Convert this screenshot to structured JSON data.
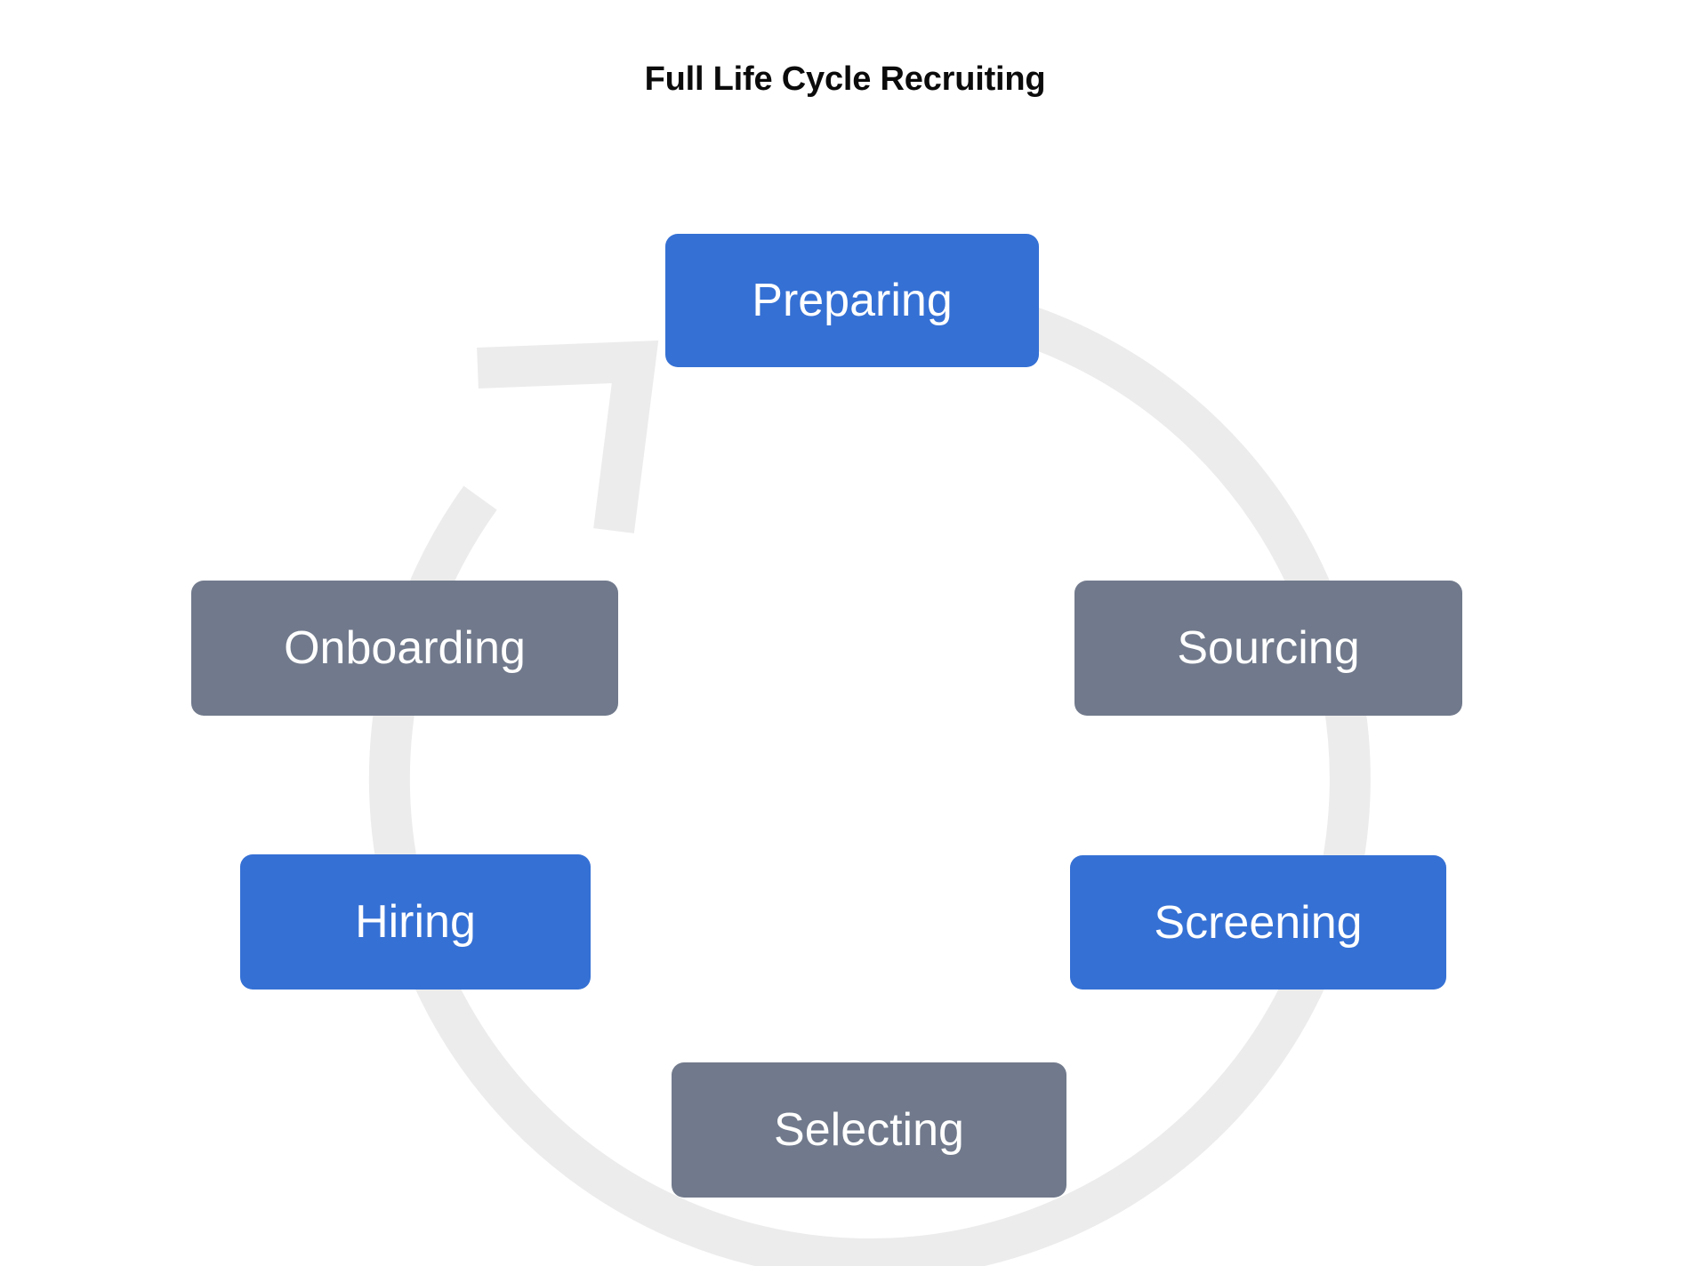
{
  "diagram": {
    "title": "Full Life Cycle Recruiting",
    "type": "cycle",
    "background_color": "#ffffff",
    "title_color": "#0b0b0b",
    "ring": {
      "name": "cycle-arrow-ring",
      "color": "#ececec",
      "direction": "clockwise",
      "arrowhead_position": "top-left"
    },
    "accent_colors": {
      "blue": "#3570d4",
      "gray": "#717a8c",
      "ring_gray": "#ececec",
      "text_on_box": "#ffffff"
    },
    "stages": [
      {
        "id": "preparing",
        "label": "Preparing",
        "color": "#3570d4",
        "order": 1,
        "position": "top"
      },
      {
        "id": "sourcing",
        "label": "Sourcing",
        "color": "#717a8c",
        "order": 2,
        "position": "upper-right"
      },
      {
        "id": "screening",
        "label": "Screening",
        "color": "#3570d4",
        "order": 3,
        "position": "lower-right"
      },
      {
        "id": "selecting",
        "label": "Selecting",
        "color": "#717a8c",
        "order": 4,
        "position": "bottom"
      },
      {
        "id": "hiring",
        "label": "Hiring",
        "color": "#3570d4",
        "order": 5,
        "position": "lower-left"
      },
      {
        "id": "onboarding",
        "label": "Onboarding",
        "color": "#717a8c",
        "order": 6,
        "position": "upper-left"
      }
    ]
  }
}
